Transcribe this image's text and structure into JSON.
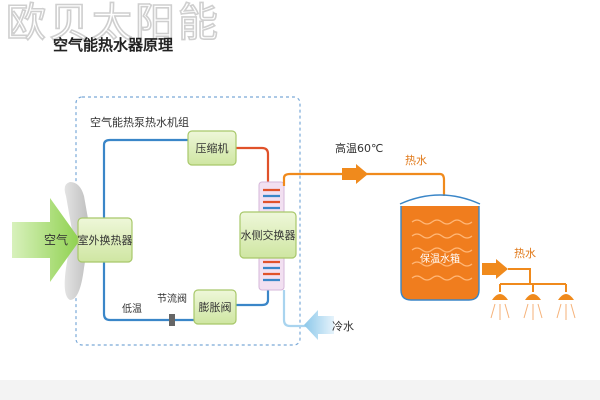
{
  "watermark": "欧贝太阳能",
  "title": "空气能热水器原理",
  "unit_label": "空气能热泵热水机组",
  "components": {
    "compressor": "压缩机",
    "outdoor_exchanger": "室外换热器",
    "water_exchanger": "水侧交换器",
    "expansion_valve": "膨胀阀",
    "tank": "保温水箱"
  },
  "labels": {
    "air": "空气",
    "low_temp": "低温",
    "throttle": "节流阀",
    "high_temp": "高温60℃",
    "hot_water_1": "热水",
    "hot_water_2": "热水",
    "cold_water": "冷水"
  },
  "colors": {
    "box_fill": "#d9ecb4",
    "box_stroke": "#a8c86a",
    "pipe_blue": "#3a86c8",
    "pipe_orange": "#f08a1c",
    "pipe_red": "#e0522a",
    "tank_water": "#f07d1e",
    "air_arrow": "#8fd14f",
    "cold_arrow": "#a9d4ef",
    "dashed_border": "#7aa9d8"
  },
  "icons": [
    "fan-blade-icon",
    "shower-head-icon",
    "throttle-valve-icon"
  ]
}
